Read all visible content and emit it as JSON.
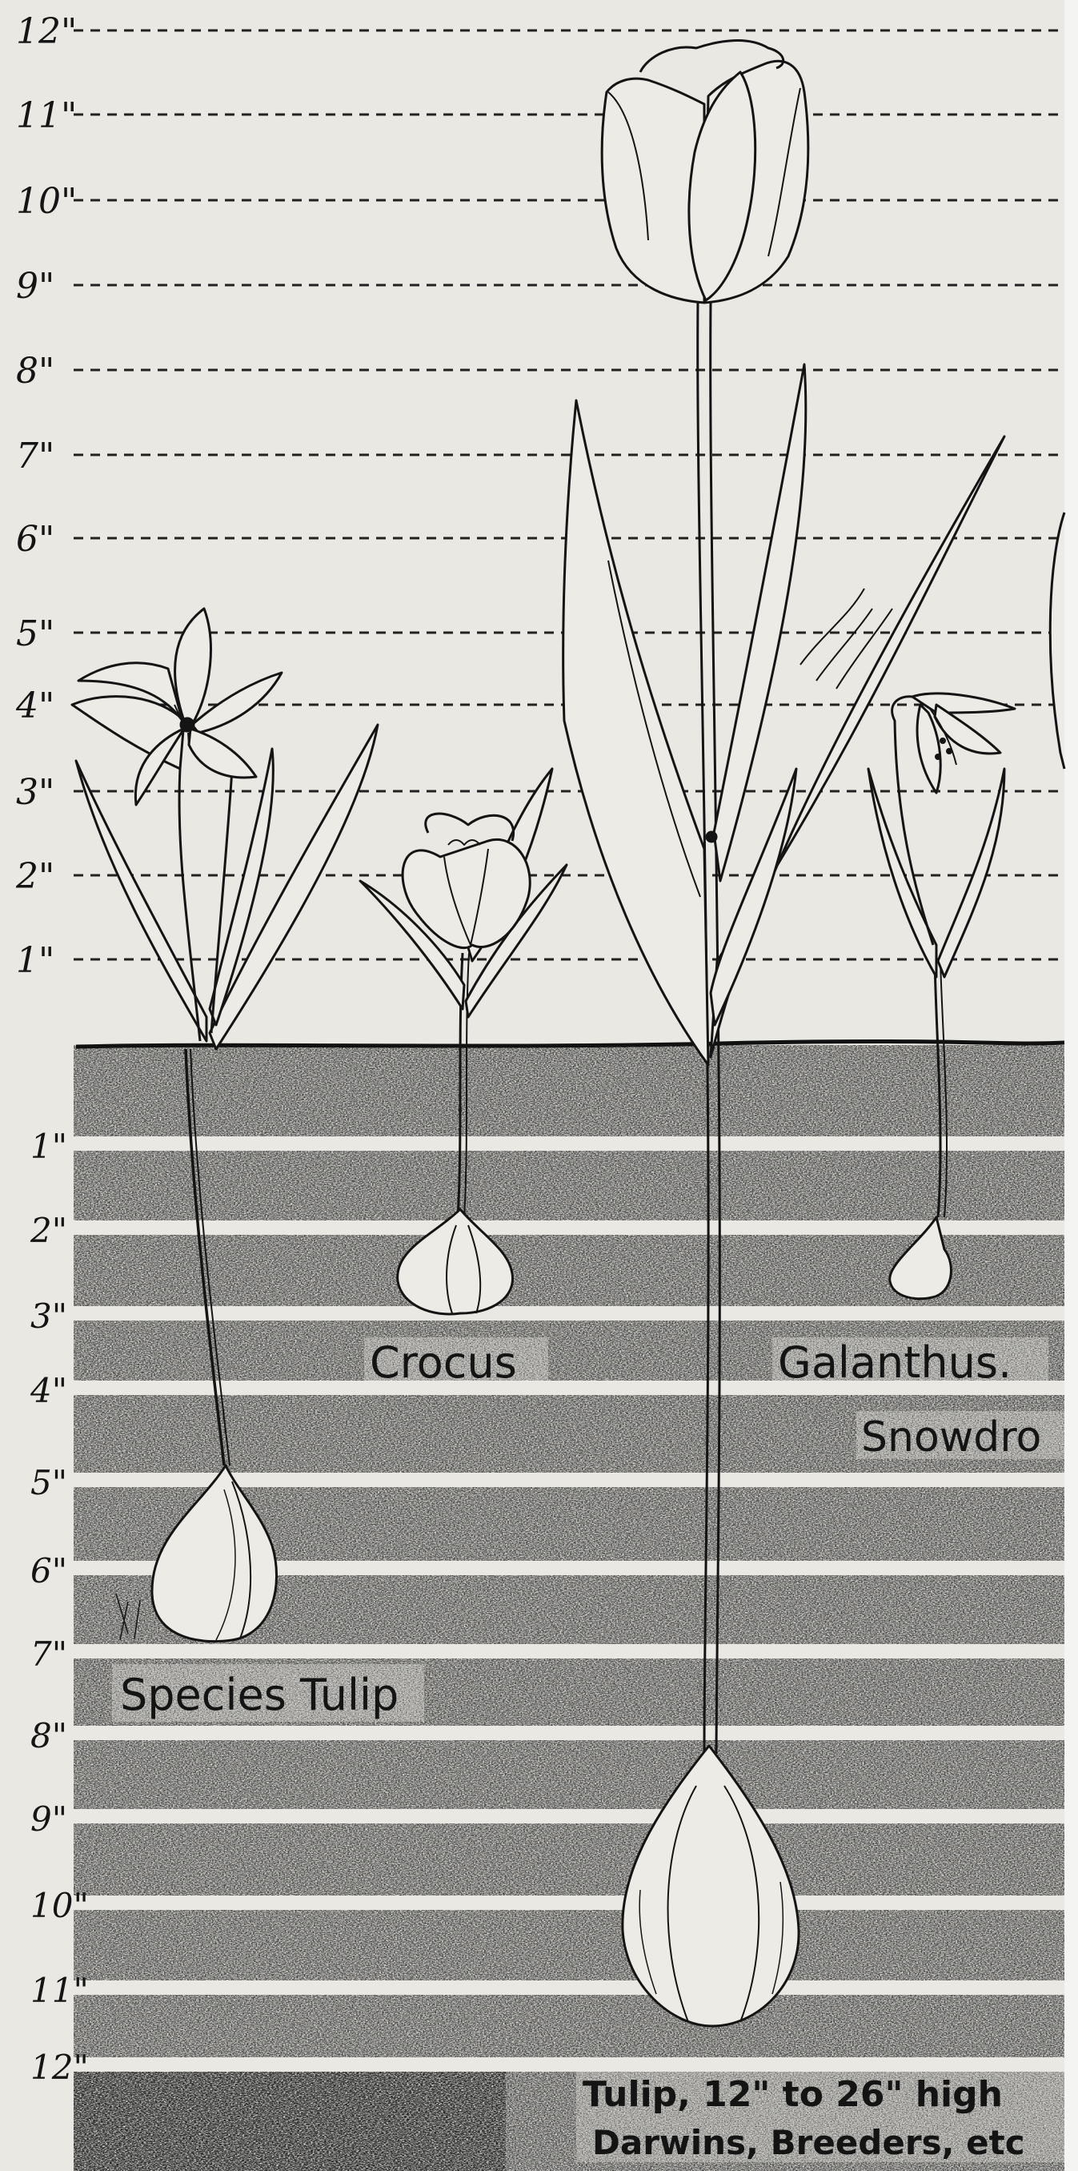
{
  "above_ground_scale": [
    "12\"",
    "11\"",
    "10\"",
    "9\"",
    "8\"",
    "7\"",
    "6\"",
    "5\"",
    "4\"",
    "3\"",
    "2\"",
    "1\""
  ],
  "below_ground_scale": [
    "1\"",
    "2\"",
    "3\"",
    "4\"",
    "5\"",
    "6\"",
    "7\"",
    "8\"",
    "9\"",
    "10\"",
    "11\"",
    "12\""
  ],
  "plants": {
    "species_tulip": "Species Tulip",
    "crocus": "Crocus",
    "galanthus": "Galanthus.",
    "snowdrop": "Snowdro",
    "tulip_line1": "Tulip, 12\" to 26\" high",
    "tulip_line2": "Darwins, Breeders, etc"
  },
  "colors": {
    "paper": "#e9e8e3",
    "ink": "#141414",
    "soil": "#3a3a3a"
  }
}
